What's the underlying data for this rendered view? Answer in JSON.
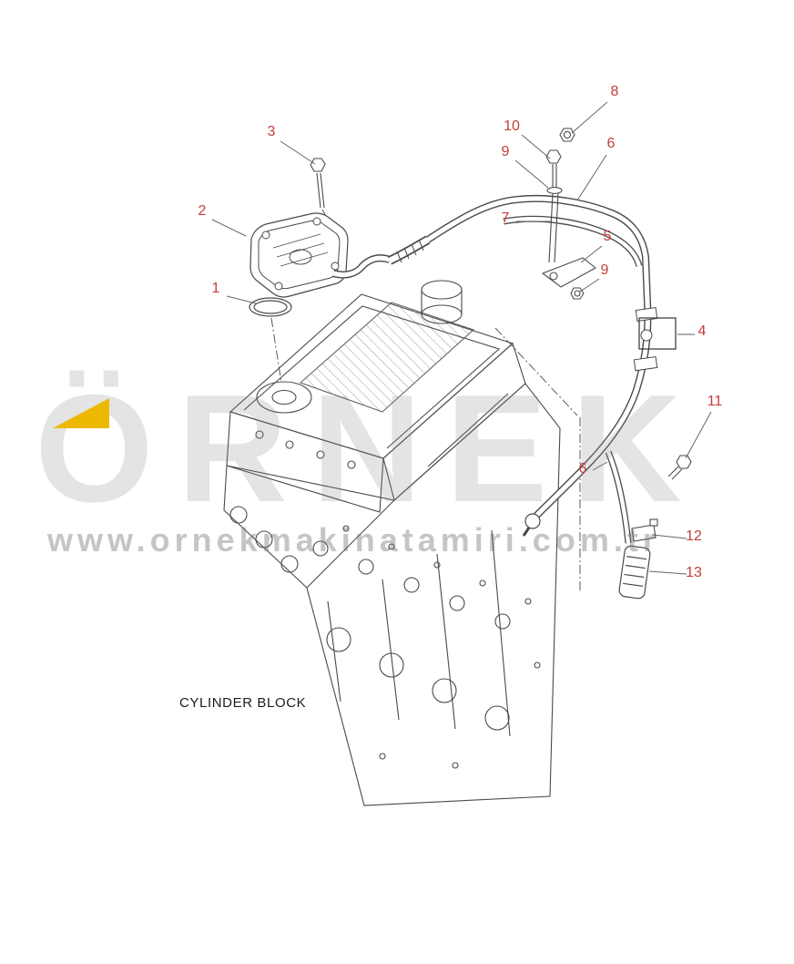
{
  "diagram": {
    "block_label": "CYLINDER BLOCK",
    "callout_color": "#c43c3c",
    "line_color": "#4a4a4a",
    "callouts": [
      {
        "num": "8"
      },
      {
        "num": "10"
      },
      {
        "num": "9"
      },
      {
        "num": "6"
      },
      {
        "num": "3"
      },
      {
        "num": "7"
      },
      {
        "num": "5"
      },
      {
        "num": "2"
      },
      {
        "num": "9"
      },
      {
        "num": "1"
      },
      {
        "num": "4"
      },
      {
        "num": "11"
      },
      {
        "num": "6"
      },
      {
        "num": "12"
      },
      {
        "num": "13"
      }
    ]
  },
  "watermark": {
    "brand": "ÖRNEK",
    "url": "www.ornekmakinatamiri.com.tr",
    "text_color": "#b0b0b0",
    "logo_color": "#edb900"
  }
}
